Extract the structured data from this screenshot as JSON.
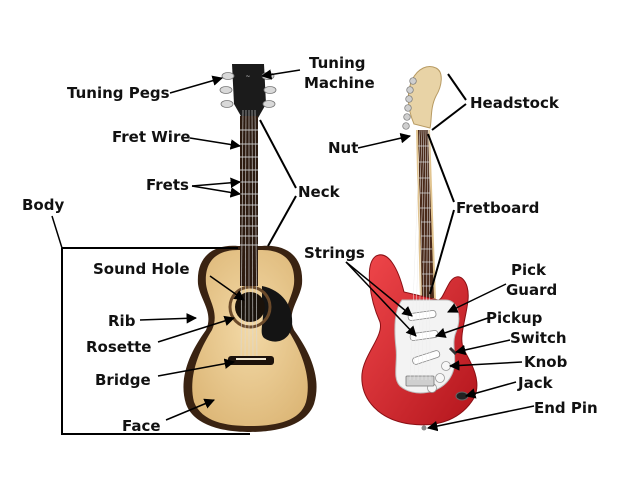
{
  "acoustic": {
    "tuning_pegs": "Tuning Pegs",
    "tuning_machine_line1": "Tuning",
    "tuning_machine_line2": "Machine",
    "fret_wire": "Fret Wire",
    "frets": "Frets",
    "neck": "Neck",
    "body": "Body",
    "sound_hole": "Sound Hole",
    "rib": "Rib",
    "rosette": "Rosette",
    "bridge": "Bridge",
    "face": "Face"
  },
  "electric": {
    "headstock": "Headstock",
    "nut": "Nut",
    "fretboard": "Fretboard",
    "strings": "Strings",
    "pick_guard_line1": "Pick",
    "pick_guard_line2": "Guard",
    "pickup": "Pickup",
    "switch": "Switch",
    "knob": "Knob",
    "jack": "Jack",
    "end_pin": "End Pin"
  },
  "colors": {
    "acoustic_body": "#e8c58a",
    "acoustic_edge": "#3a2312",
    "fretboard": "#3b2417",
    "headstock_dark": "#1a1a1a",
    "electric_body": "#d8262d",
    "electric_neck": "#e2c591",
    "pickguard": "#f3f3f3"
  }
}
